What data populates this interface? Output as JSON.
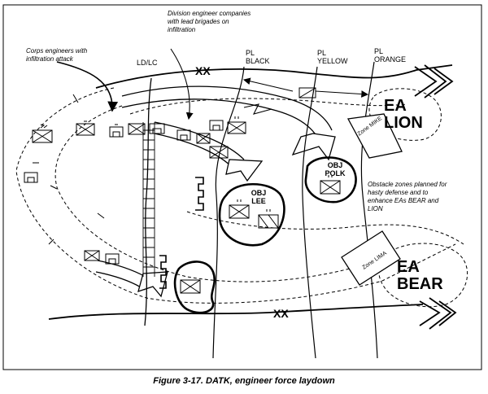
{
  "caption": "Figure 3-17.  DATK, engineer force laydown",
  "annotations": {
    "corps": "Corps engineers with\ninfiltration attack",
    "division": "Division engineer companies\nwith lead brigades on\ninfiltration",
    "obstacle": "Obstacle zones planned for\nhasty defense and to\nenhance EAs BEAR and\nLION"
  },
  "lines": {
    "ldlc": "LD/LC",
    "pl_black": "PL\nBLACK",
    "pl_yellow": "PL\nYELLOW",
    "pl_orange": "PL\nORANGE"
  },
  "boundary": {
    "top": "XX",
    "bottom": "XX"
  },
  "engagement_areas": {
    "lion": "EA\nLION",
    "bear": "EA\nBEAR"
  },
  "objectives": {
    "lee": "OBJ\nLEE",
    "polk": "OBJ\nPOLK"
  },
  "zones": {
    "mike": "Zone MIKE",
    "lima": "Zone LIMA"
  },
  "unit_echelons": {
    "platoon": "•••",
    "company": "I",
    "battalion": "II",
    "brigade": "X"
  }
}
